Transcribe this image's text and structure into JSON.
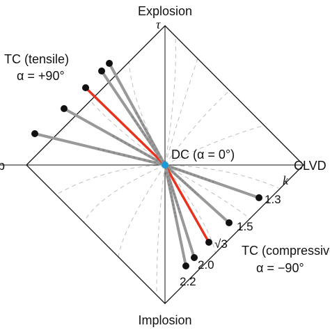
{
  "labels": {
    "top": "Explosion",
    "tau": "τ",
    "bottom": "Implosion",
    "right": "CLVD",
    "left": "p",
    "k_axis": "k",
    "tc_tensile_line1": "TC (tensile)",
    "tc_tensile_line2": "α = +90°",
    "dc": "DC (α = 0°)",
    "tc_comp_line1": "TC (compressive)",
    "tc_comp_line2": "α = −90°"
  },
  "k_values": [
    {
      "label": "1.3",
      "k": 1.3
    },
    {
      "label": "1.5",
      "k": 1.5
    },
    {
      "label": "√3",
      "k": 1.732,
      "highlight": true
    },
    {
      "label": "2.0",
      "k": 2.0
    },
    {
      "label": "2.2",
      "k": 2.2
    }
  ],
  "colors": {
    "outline": "#111111",
    "dashed": "#bfbfbf",
    "gray_line": "#999999",
    "highlight": "#e8321e",
    "dc": "#1a9ad6",
    "dot": "#111111"
  }
}
